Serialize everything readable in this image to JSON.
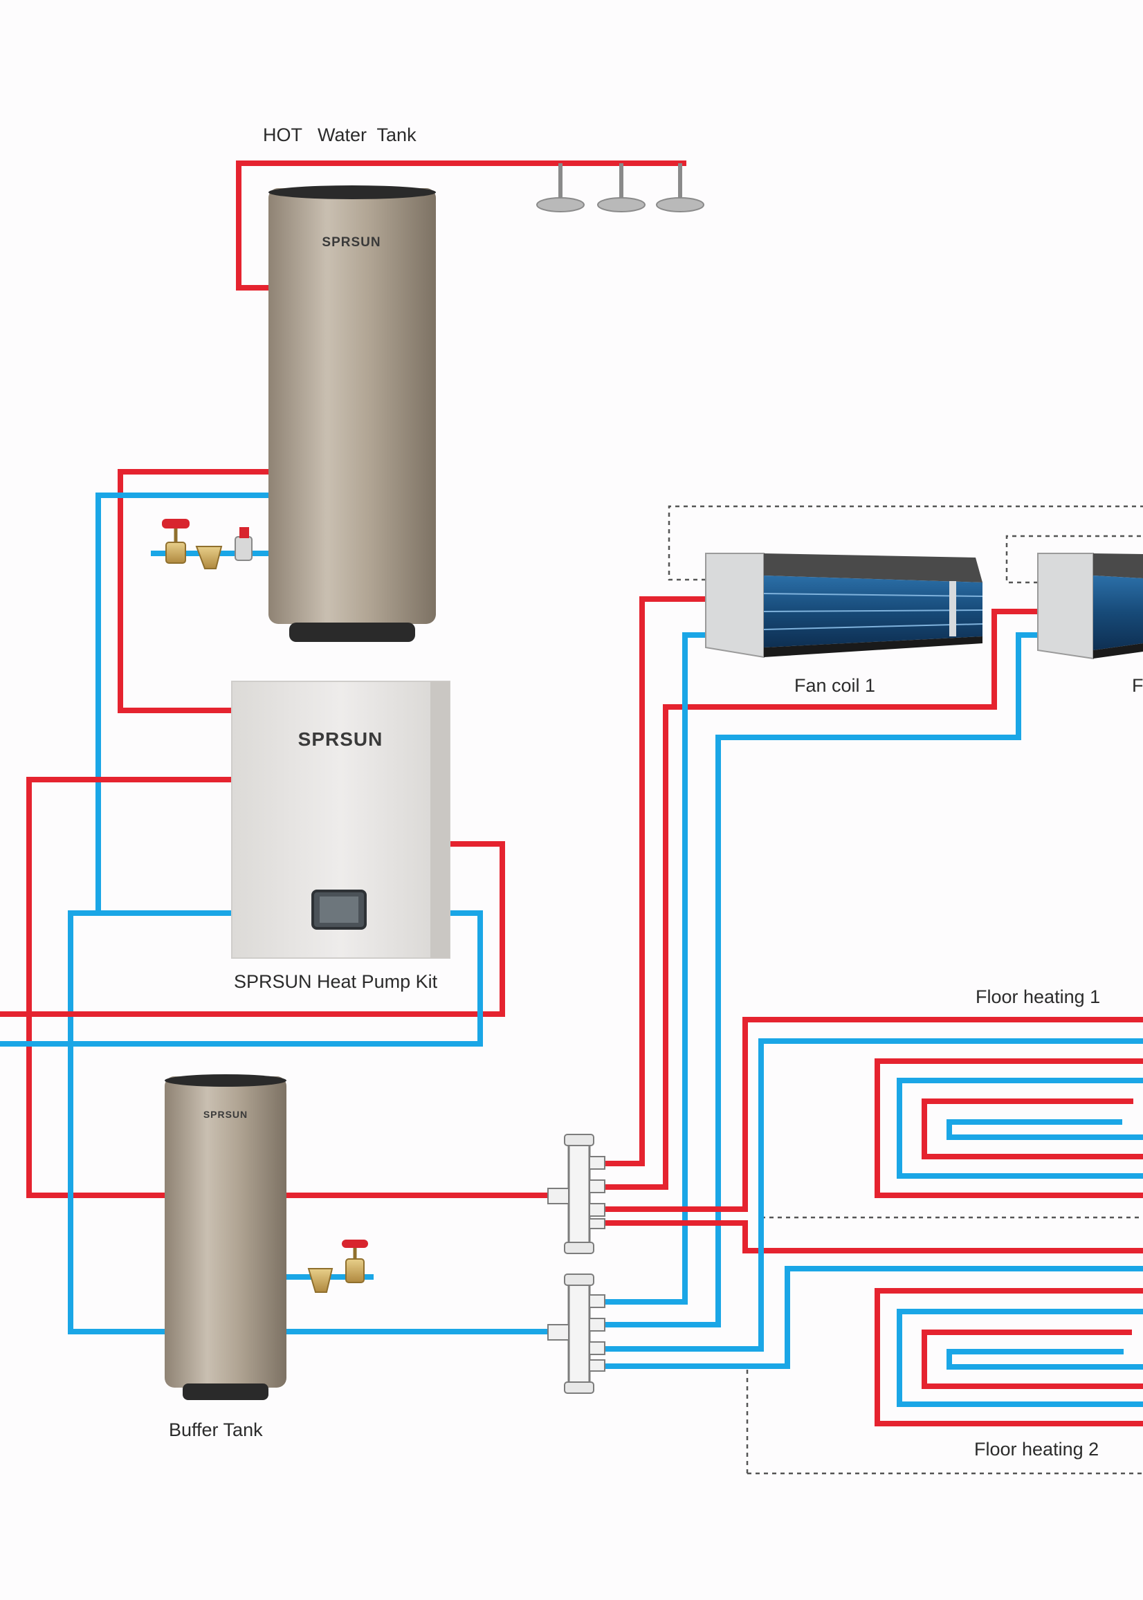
{
  "labels": {
    "hot_water_tank": "HOT   Water  Tank",
    "heat_pump_kit": "SPRSUN Heat Pump Kit",
    "buffer_tank": "Buffer Tank",
    "fan_coil_1": "Fan coil 1",
    "fan_coil_2_partial": "F",
    "floor_heating_1": "Floor heating 1",
    "floor_heating_2": "Floor heating 2"
  },
  "brand": {
    "hot_water_tank_logo": "SPRSUN",
    "heat_pump_logo": "SPRSUN",
    "buffer_tank_logo": "SPRSUN"
  },
  "colors": {
    "supply_pipe": "#e5232f",
    "return_pipe": "#1aa6e6",
    "tank_body": "#a89c8c",
    "heat_pump_body": "#e4e2df",
    "fan_coil_fins": "#1f5f96"
  },
  "icons": [
    "shower-head-icon",
    "valve-icon",
    "strainer-icon",
    "manifold-icon"
  ]
}
